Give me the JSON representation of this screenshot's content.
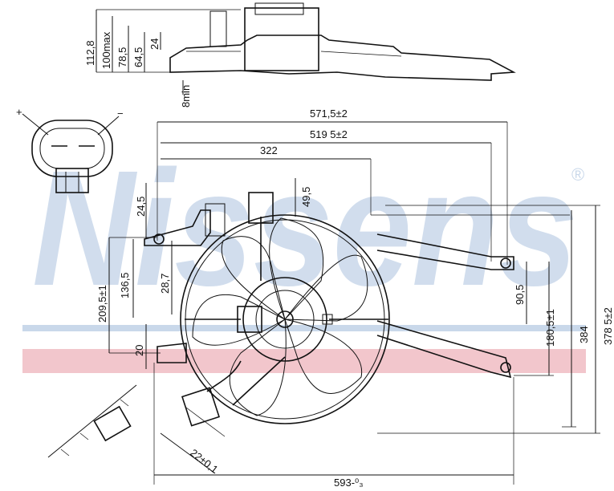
{
  "watermark": {
    "text": "Nissens",
    "mark": "®"
  },
  "connector": {
    "plus": "+",
    "minus": "−"
  },
  "dims": {
    "d112": "112,8",
    "d100": "100max",
    "d785": "78,5",
    "d645": "64,5",
    "d24": "24",
    "d8min": "8min",
    "d5715": "571,5±2",
    "d5195": "519 5±2",
    "d322": "322",
    "d245": "24,5",
    "d495": "49,5",
    "d287": "28,7",
    "d1365": "136,5",
    "d2095": "209,5±1",
    "d20": "20",
    "d905": "90,5",
    "d1805": "180,5±1",
    "d384": "384",
    "d3785": "378 5±2",
    "d220": "22±0,1",
    "d593": "593-⁰₃"
  },
  "colors": {
    "watermark_blue": "#c9d8ea",
    "watermark_red": "#f2c6cc",
    "line": "#111111"
  }
}
